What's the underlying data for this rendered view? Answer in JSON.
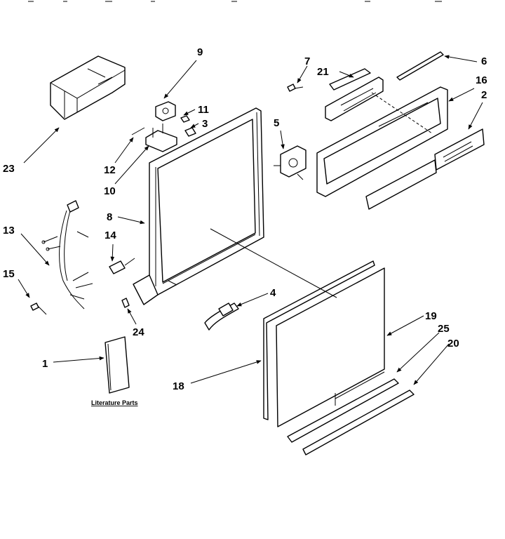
{
  "diagram": {
    "callouts": {
      "c1": "1",
      "c2": "2",
      "c3": "3",
      "c4": "4",
      "c5": "5",
      "c6": "6",
      "c7": "7",
      "c8": "8",
      "c9": "9",
      "c10": "10",
      "c11": "11",
      "c12": "12",
      "c13": "13",
      "c14": "14",
      "c15": "15",
      "c16": "16",
      "c18": "18",
      "c19": "19",
      "c20": "20",
      "c21": "21",
      "c23": "23",
      "c24": "24",
      "c25": "25"
    },
    "literature_label": "Literature Parts"
  }
}
